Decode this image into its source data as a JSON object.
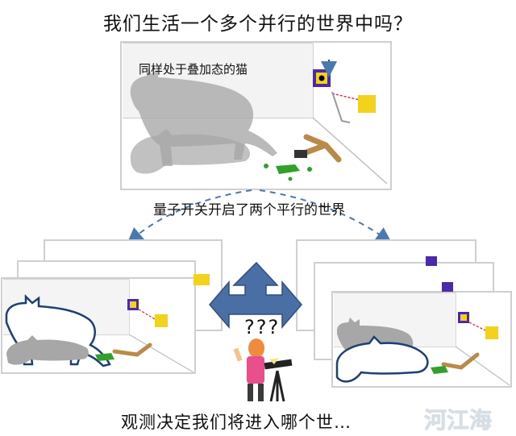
{
  "title": "我们生活一个多个并行的世界中吗？",
  "top_panel_label": "同样处于叠加态的猫",
  "middle_caption": "量子开关开启了两个平行的世界",
  "question_marks": "???",
  "bottom_caption": "观测决定我们将进入哪个世…",
  "watermark": "河江海",
  "colors": {
    "arrow_blue": "#4a6fa5",
    "dashed_arrow": "#4a78b0",
    "cat_gray": "#a7a7a7",
    "outline_cat": "#1d3f73",
    "box_yellow": "#f2d21b",
    "lever_brown": "#b98a4a",
    "poison_green": "#33a02c",
    "person_pink": "#e94f8a"
  }
}
